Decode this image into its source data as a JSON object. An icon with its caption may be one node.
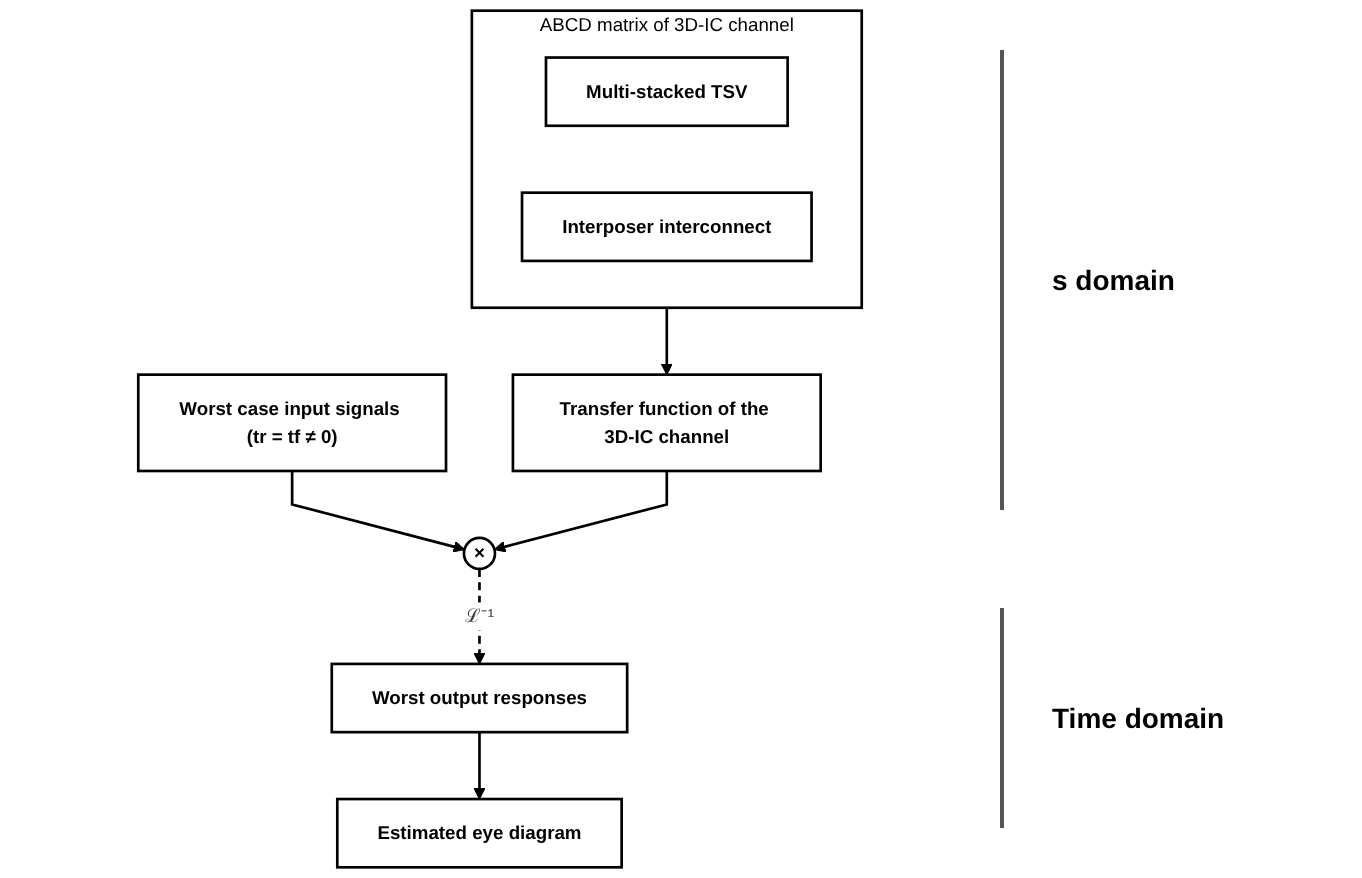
{
  "diagram": {
    "nodes": [
      {
        "text": [
          "Worst case input signals (tr = tf ≠ 0)"
        ]
      },
      {
        "text": [
          "ABCD matrix of 3D-IC channel"
        ]
      },
      {
        "text": [
          "Multi-stacked TSV"
        ],
        "in": 1
      },
      {
        "text": [
          "Interposer interconnect"
        ],
        "in": 1
      },
      {
        "text": [
          "Transfer function of the 3D-IC channel"
        ]
      },
      {
        "text": [
          "×"
        ]
      },
      {
        "text": [
          "Worst output responses"
        ]
      },
      {
        "text": [
          "Estimated eye diagram"
        ]
      }
    ],
    "edges": [
      {
        "from": 1,
        "to": 4,
        "arrow": "to"
      },
      {
        "from": 0,
        "to": 5,
        "arrow": "to"
      },
      {
        "from": 4,
        "to": 5,
        "arrow": "to"
      },
      {
        "from": 5,
        "to": 6,
        "arrow": "to",
        "style": "dashed",
        "label": "ℒ⁻¹"
      },
      {
        "from": 6,
        "to": 7,
        "arrow": "to"
      }
    ],
    "labels": [
      "s domain",
      "Time domain"
    ]
  }
}
